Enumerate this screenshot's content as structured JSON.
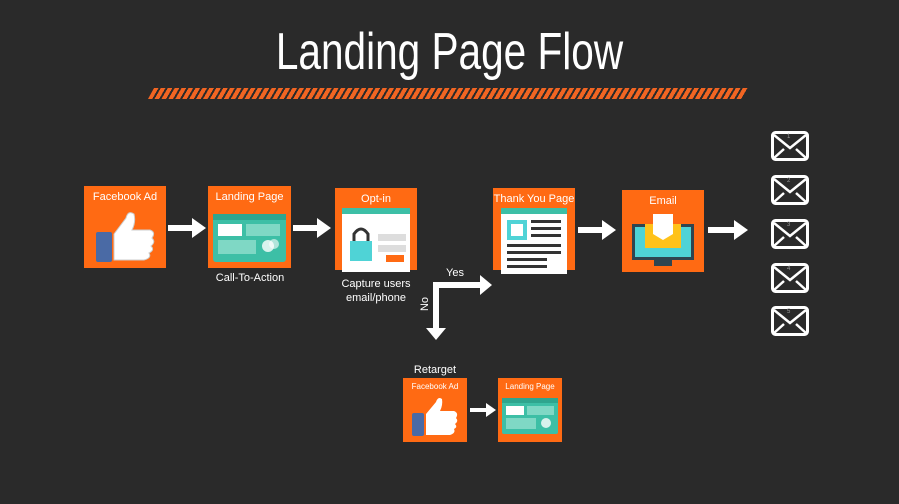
{
  "title": "Landing Page Flow",
  "steps": {
    "facebook_ad": "Facebook Ad",
    "landing_page": "Landing Page",
    "landing_caption": "Call-To-Action",
    "optin": "Opt-in",
    "optin_caption_1": "Capture users",
    "optin_caption_2": "email/phone",
    "thank_you": "Thank You Page",
    "email": "Email"
  },
  "branch": {
    "yes": "Yes",
    "no": "No"
  },
  "retarget": {
    "title": "Retarget",
    "facebook_ad": "Facebook Ad",
    "landing_page": "Landing Page"
  },
  "emails": [
    "1",
    "2",
    "3",
    "4",
    "5"
  ],
  "colors": {
    "background": "#2a2a2a",
    "accent": "#ff6a13",
    "teal": "#3dbfa6"
  }
}
